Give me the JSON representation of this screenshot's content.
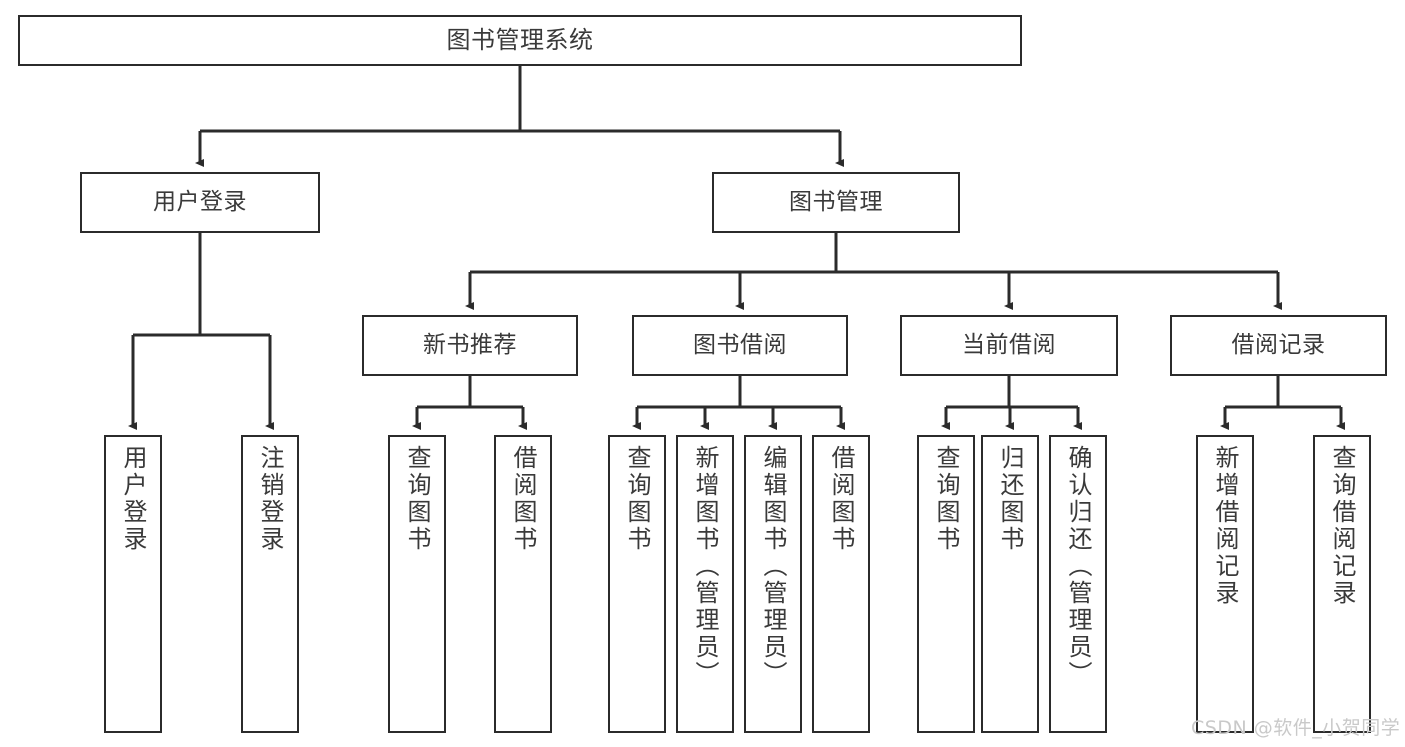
{
  "title": "图书管理系统",
  "watermark": "CSDN @软件_小贺同学",
  "colors": {
    "stroke": "#2b2b2b",
    "text": "#3a3a3a",
    "background": "#ffffff",
    "watermark": "#c9c9c9"
  },
  "root": {
    "label": "图书管理系统"
  },
  "level2": [
    {
      "label": "用户登录"
    },
    {
      "label": "图书管理"
    }
  ],
  "level3": [
    {
      "label": "新书推荐"
    },
    {
      "label": "图书借阅"
    },
    {
      "label": "当前借阅"
    },
    {
      "label": "借阅记录"
    }
  ],
  "leaves": {
    "user_login": [
      {
        "label": "用户登录"
      },
      {
        "label": "注销登录"
      }
    ],
    "new_book": [
      {
        "label": "查询图书"
      },
      {
        "label": "借阅图书"
      }
    ],
    "book_borrow": [
      {
        "label": "查询图书"
      },
      {
        "label": "新增图书（管理员）"
      },
      {
        "label": "编辑图书（管理员）"
      },
      {
        "label": "借阅图书"
      }
    ],
    "current_borrow": [
      {
        "label": "查询图书"
      },
      {
        "label": "归还图书"
      },
      {
        "label": "确认归还（管理员）"
      }
    ],
    "borrow_record": [
      {
        "label": "新增借阅记录"
      },
      {
        "label": "查询借阅记录"
      }
    ]
  }
}
